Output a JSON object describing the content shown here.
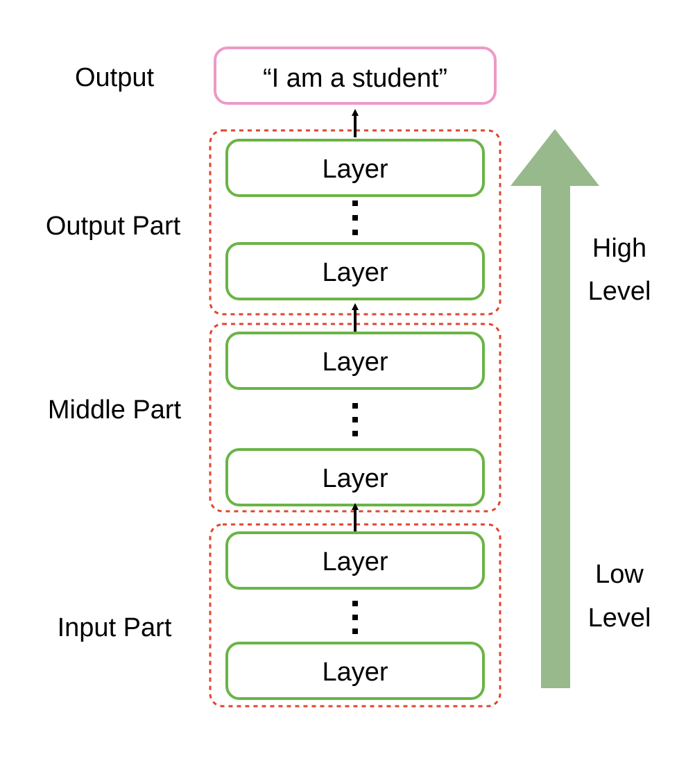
{
  "output_label": "Output",
  "output_text": "“I am a student”",
  "parts": [
    {
      "label": "Output Part",
      "layers": [
        "Layer",
        "Layer"
      ]
    },
    {
      "label": "Middle Part",
      "layers": [
        "Layer",
        "Layer"
      ]
    },
    {
      "label": "Input Part",
      "layers": [
        "Layer",
        "Layer"
      ]
    }
  ],
  "level_labels": {
    "high": [
      "High",
      "Level"
    ],
    "low": [
      "Low",
      "Level"
    ]
  },
  "colors": {
    "output_box_border": "#ec9ac6",
    "layer_border": "#6ab446",
    "part_border": "#e0452f",
    "level_arrow": "#97b98b",
    "flow_arrow": "#000000"
  }
}
